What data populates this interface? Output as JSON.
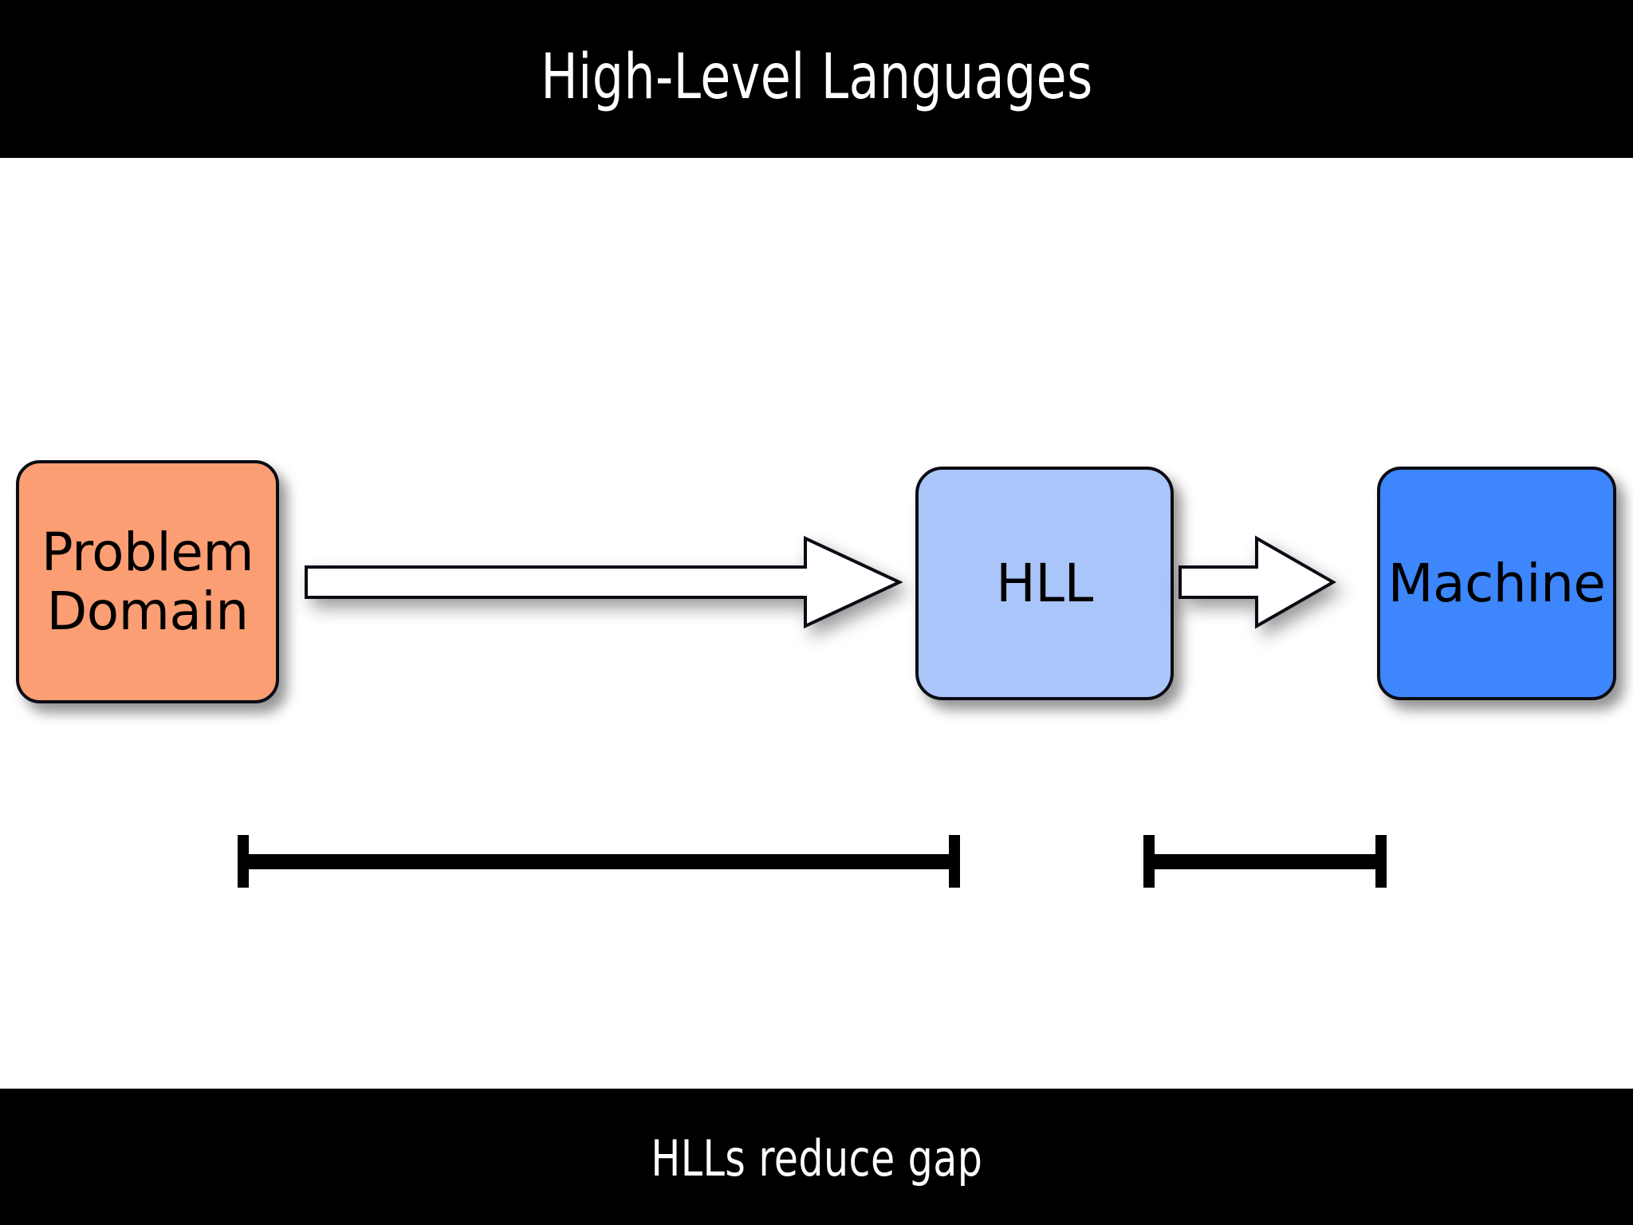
{
  "slide": {
    "title": "High-Level Languages",
    "footer_caption": "HLLs reduce gap",
    "background_color": "#ffffff",
    "band_color": "#000000",
    "band_text_color": "#ffffff"
  },
  "diagram": {
    "nodes": [
      {
        "id": "problem-domain",
        "label": "Problem\nDomain",
        "fill": "#FB9E74",
        "border": "#0b0b14",
        "text_color": "#000000"
      },
      {
        "id": "hll",
        "label": "HLL",
        "fill": "#AAC5F9",
        "border": "#0b0b14",
        "text_color": "#000000"
      },
      {
        "id": "machine",
        "label": "Machine",
        "fill": "#3E86FC",
        "border": "#0b0b14",
        "text_color": "#000000"
      }
    ],
    "arrows": [
      {
        "id": "arrow-problem-to-hll",
        "from": "problem-domain",
        "to": "hll",
        "style": "block-arrow-right",
        "fill": "#ffffff",
        "stroke": "#0b0b14",
        "size": "large"
      },
      {
        "id": "arrow-hll-to-machine",
        "from": "hll",
        "to": "machine",
        "style": "block-arrow-right",
        "fill": "#ffffff",
        "stroke": "#0b0b14",
        "size": "small"
      }
    ],
    "brackets": [
      {
        "id": "gap-problem-to-hll",
        "spans": "problem-domain to hll",
        "label": "",
        "color": "#000000",
        "size": "large"
      },
      {
        "id": "gap-hll-to-machine",
        "spans": "hll to machine",
        "label": "",
        "color": "#000000",
        "size": "small"
      }
    ]
  }
}
